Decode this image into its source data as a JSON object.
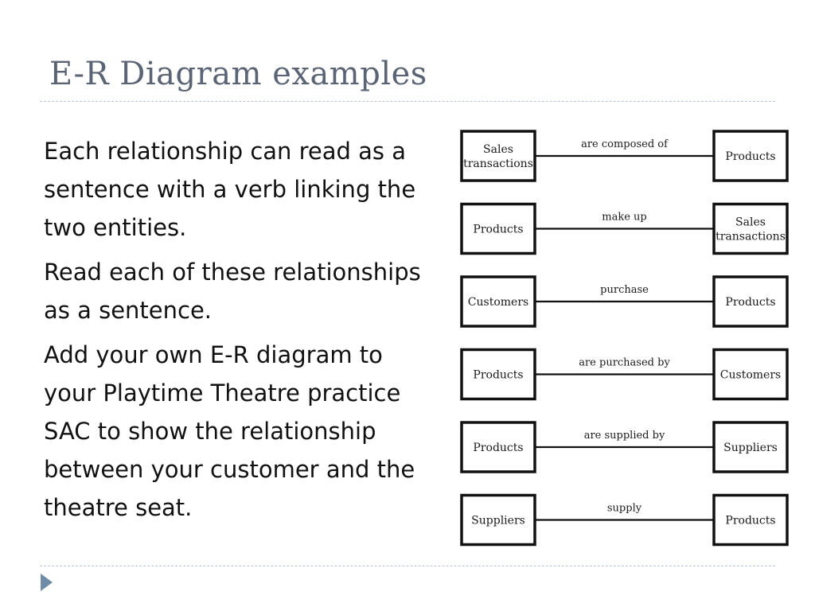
{
  "title": "E-R Diagram examples",
  "paragraphs": [
    "Each relationship can read as a sentence with a verb linking the two entities.",
    "Read each of these relationships as a sentence.",
    "Add your own E-R diagram to your Playtime Theatre practice SAC to show the relationship between your customer and the theatre seat."
  ],
  "diagram": {
    "relationships": [
      {
        "left": [
          "Sales",
          "transactions"
        ],
        "verb": "are composed of",
        "right": [
          "Products"
        ]
      },
      {
        "left": [
          "Products"
        ],
        "verb": "make up",
        "right": [
          "Sales",
          "transactions"
        ]
      },
      {
        "left": [
          "Customers"
        ],
        "verb": "purchase",
        "right": [
          "Products"
        ]
      },
      {
        "left": [
          "Products"
        ],
        "verb": "are purchased by",
        "right": [
          "Customers"
        ]
      },
      {
        "left": [
          "Products"
        ],
        "verb": "are supplied by",
        "right": [
          "Suppliers"
        ]
      },
      {
        "left": [
          "Suppliers"
        ],
        "verb": "supply",
        "right": [
          "Products"
        ]
      }
    ]
  }
}
